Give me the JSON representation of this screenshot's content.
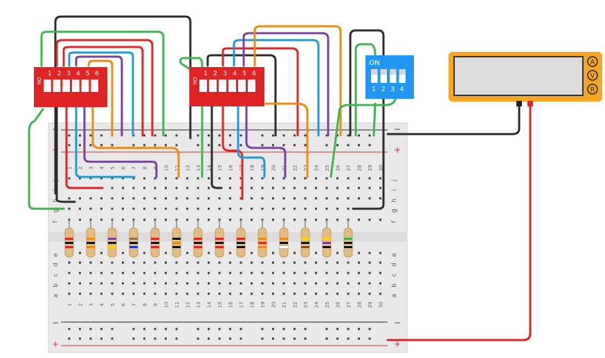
{
  "colors": {
    "breadboard": "#e9e9e9",
    "dip_red": "#e02424",
    "dip_blue": "#2196f3",
    "meter_body": "#f5a623",
    "meter_screen": "#dcdcdc",
    "rail_red": "#d62828",
    "rail_black": "#222222",
    "wire_red": "#e02424",
    "wire_black": "#2b2b2b",
    "wire_green": "#3fb34f",
    "wire_blue": "#1c9ad6",
    "wire_purple": "#7b3fa0",
    "wire_orange": "#f08a0b"
  },
  "breadboard": {
    "rail_plus": "+",
    "rail_minus": "−",
    "rows_top": [
      "j",
      "i",
      "h",
      "g",
      "f"
    ],
    "rows_bottom": [
      "e",
      "d",
      "c",
      "b",
      "a"
    ],
    "column_numbers": [
      "1",
      "2",
      "3",
      "4",
      "5",
      "6",
      "7",
      "8",
      "9",
      "10",
      "11",
      "12",
      "13",
      "14",
      "15",
      "16",
      "17",
      "18",
      "19",
      "20",
      "21",
      "22",
      "23",
      "24",
      "25",
      "26",
      "27",
      "28",
      "29",
      "30"
    ]
  },
  "dip_switch_1": {
    "on_label": "ON",
    "numbers": [
      "1",
      "2",
      "3",
      "4",
      "5",
      "6"
    ]
  },
  "dip_switch_2": {
    "on_label": "ON",
    "numbers": [
      "1",
      "2",
      "3",
      "4",
      "5",
      "6"
    ]
  },
  "dip_switch_3": {
    "on_label": "ON",
    "numbers": [
      "1",
      "2",
      "3",
      "4"
    ]
  },
  "multimeter": {
    "display": "",
    "buttons": [
      {
        "label": "A",
        "icon": "ammeter-mode-icon"
      },
      {
        "label": "V",
        "icon": "voltmeter-mode-icon"
      },
      {
        "label": "R",
        "icon": "ohmmeter-mode-icon"
      }
    ]
  },
  "resistors": [
    {
      "bands": [
        "#e02424",
        "#111111",
        "#e02424"
      ]
    },
    {
      "bands": [
        "#f08a0b",
        "#111111",
        "#f08a0b"
      ]
    },
    {
      "bands": [
        "#7b3fa0",
        "#111111",
        "#ffd400"
      ]
    },
    {
      "bands": [
        "#8a6d4a",
        "#111111",
        "#1a3fd6"
      ]
    },
    {
      "bands": [
        "#e02424",
        "#111111",
        "#e02424"
      ]
    },
    {
      "bands": [
        "#111111",
        "#f08a0b",
        "#111111"
      ]
    },
    {
      "bands": [
        "#e02424",
        "#111111",
        "#e02424"
      ]
    },
    {
      "bands": [
        "#e02424",
        "#111111",
        "#e02424"
      ]
    },
    {
      "bands": [
        "#e02424",
        "#111111",
        "#111111"
      ]
    },
    {
      "bands": [
        "#f08a0b",
        "#e02424",
        "#f08a0b"
      ]
    },
    {
      "bands": [
        "#f08a0b",
        "#111111",
        "#ffffff"
      ]
    },
    {
      "bands": [
        "#ffd400",
        "#111111",
        "#8a4a1a"
      ]
    },
    {
      "bands": [
        "#ffd400",
        "#7b3fa0",
        "#111111"
      ]
    },
    {
      "bands": [
        "#3fb34f",
        "#111111",
        "#111111"
      ]
    }
  ]
}
